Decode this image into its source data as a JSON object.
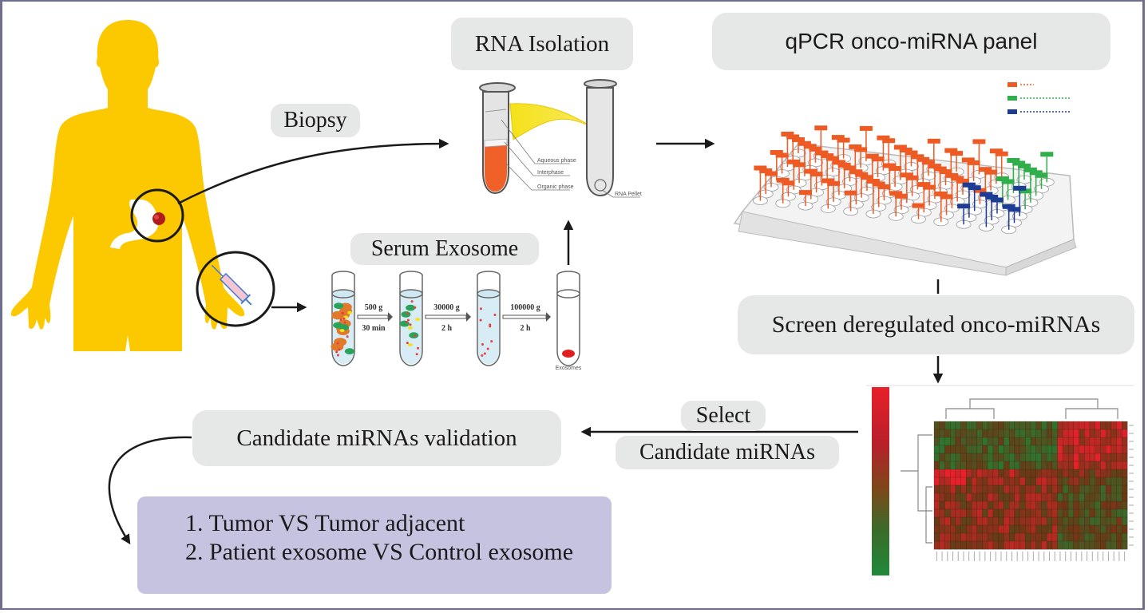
{
  "title": "Exosomal onco-miRNA screening workflow",
  "steps": {
    "biopsy": "Biopsy",
    "rna_isolation": "RNA Isolation",
    "qpcr_panel": "qPCR onco-miRNA panel",
    "serum_exosome": "Serum Exosome",
    "screen": "Screen deregulated onco-miRNAs",
    "select_line1": "Select",
    "select_line2": "Candidate miRNAs",
    "validation": "Candidate miRNAs validation"
  },
  "rna_labels": {
    "aqueous": "Aqueous phase",
    "interphase": "Interphase",
    "organic": "Organic phase",
    "pellet": "RNA Pellet"
  },
  "centrifugation": [
    {
      "force": "500 g",
      "time": "30 min"
    },
    {
      "force": "30000 g",
      "time": "2 h"
    },
    {
      "force": "100000 g",
      "time": "2 h"
    }
  ],
  "exosomes_label": "Exosomes",
  "validation_items": [
    "1. Tumor VS Tumor adjacent",
    "2. Patient exosome VS Control exosome"
  ],
  "colors": {
    "body": "#fcc800",
    "pill": "#e6e7e7",
    "validation_box": "#c6c3e1",
    "heat_high": "#e8202a",
    "heat_low": "#1f8a3a",
    "plate_orange": "#ee5a24",
    "plate_green": "#2fae4a",
    "plate_blue": "#1c3c96"
  },
  "icons": [
    "human-silhouette-icon",
    "stomach-tumor-icon",
    "syringe-icon",
    "microtube-icon",
    "centrifuge-tube-icon",
    "pcr-plate-icon",
    "heatmap-icon"
  ]
}
